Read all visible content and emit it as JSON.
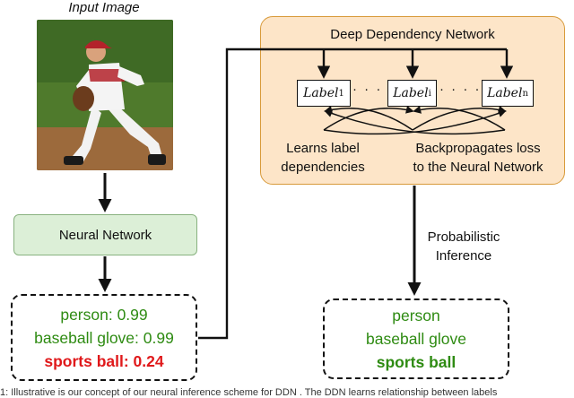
{
  "input": {
    "title": "Input Image",
    "image_alt": "baseball pitcher photo"
  },
  "neural_network": {
    "label": "Neural Network"
  },
  "predictions": [
    {
      "text": "person: 0.99",
      "color": "#2e8b12",
      "bold": false
    },
    {
      "text": "baseball glove: 0.99",
      "color": "#2e8b12",
      "bold": false
    },
    {
      "text": "sports ball: 0.24",
      "color": "#e0191b",
      "bold": true
    }
  ],
  "ddn": {
    "title": "Deep Dependency Network",
    "labels": [
      {
        "base": "Label",
        "sub": "1"
      },
      {
        "base": "Label",
        "sub": "i"
      },
      {
        "base": "Label",
        "sub": "n"
      }
    ],
    "dots": "· · · ·",
    "learns_line1": "Learns label",
    "learns_line2": "dependencies",
    "backprop_line1": "Backpropagates loss",
    "backprop_line2": "to the Neural Network"
  },
  "inference": {
    "line1": "Probabilistic",
    "line2": "Inference"
  },
  "outputs": [
    {
      "text": "person",
      "bold": false
    },
    {
      "text": "baseball glove",
      "bold": false
    },
    {
      "text": "sports ball",
      "bold": true
    }
  ],
  "caption": "1: Illustrative is our concept of our neural inference scheme for DDN . The DDN learns relationship between labels",
  "colors": {
    "green": "#2e8b12",
    "red": "#e0191b",
    "ddn_fill": "#fde5c8",
    "nn_fill": "#dcefd7"
  }
}
